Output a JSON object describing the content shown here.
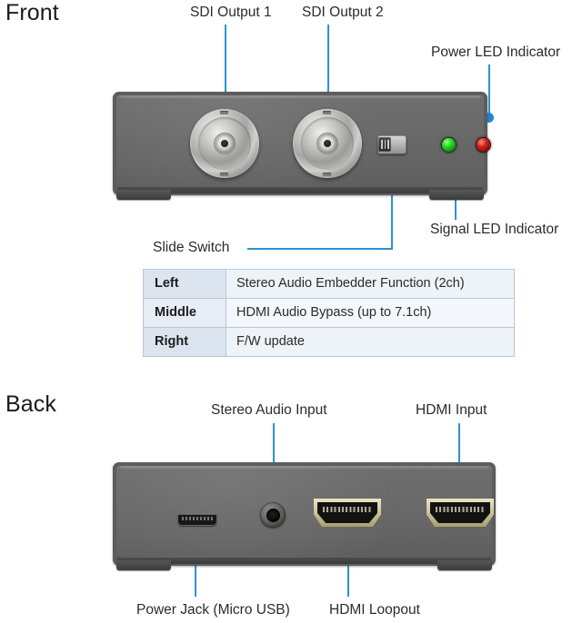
{
  "sections": {
    "front": {
      "heading": "Front"
    },
    "back": {
      "heading": "Back"
    }
  },
  "front_callouts": {
    "sdi_output_1": "SDI Output 1",
    "sdi_output_2": "SDI Output 2",
    "power_led": "Power LED Indicator",
    "signal_led": "Signal LED Indicator",
    "slide_switch": "Slide Switch"
  },
  "back_callouts": {
    "stereo_audio_input": "Stereo Audio Input",
    "hdmi_input": "HDMI Input",
    "power_jack": "Power Jack (Micro USB)",
    "hdmi_loopout": "HDMI Loopout"
  },
  "switch_table": {
    "rows": [
      {
        "position": "Left",
        "function": "Stereo Audio Embedder Function (2ch)"
      },
      {
        "position": "Middle",
        "function": "HDMI Audio Bypass (up to 7.1ch)"
      },
      {
        "position": "Right",
        "function": "F/W update"
      }
    ]
  },
  "colors": {
    "leader_blue": "#2a93d5",
    "chassis_gray": "#6a6a6b",
    "power_led_green": "#2ddb28",
    "signal_led_red": "#d02016",
    "table_header_bg": "#dce5ef",
    "table_body_bg": "#eef3f8"
  }
}
